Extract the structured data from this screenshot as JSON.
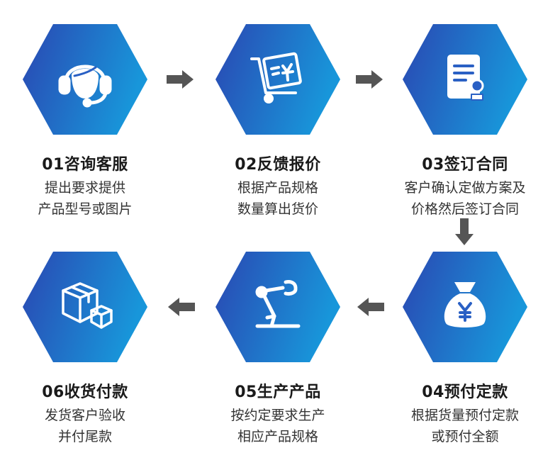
{
  "colors": {
    "hex_start": "#2a49b4",
    "hex_end": "#1a93d9",
    "arrow": "#555555",
    "title": "#1a1a1a",
    "text": "#333333"
  },
  "steps": [
    {
      "title": "01咨询客服",
      "lines": [
        "提出要求提供",
        "产品型号或图片"
      ],
      "icon": "customer-service-headset-icon"
    },
    {
      "title": "02反馈报价",
      "lines": [
        "根据产品规格",
        "数量算出货价"
      ],
      "icon": "quote-cart-yen-icon"
    },
    {
      "title": "03签订合同",
      "lines": [
        "客户确认定做方案及",
        "价格然后签订合同"
      ],
      "icon": "contract-stamp-icon"
    },
    {
      "title": "04预付定款",
      "lines": [
        "根据货量预付定款",
        "或预付全额"
      ],
      "icon": "money-bag-yen-icon"
    },
    {
      "title": "05生产产品",
      "lines": [
        "按约定要求生产",
        "相应产品规格"
      ],
      "icon": "robot-arm-icon"
    },
    {
      "title": "06收货付款",
      "lines": [
        "发货客户验收",
        "并付尾款"
      ],
      "icon": "package-boxes-icon"
    }
  ]
}
